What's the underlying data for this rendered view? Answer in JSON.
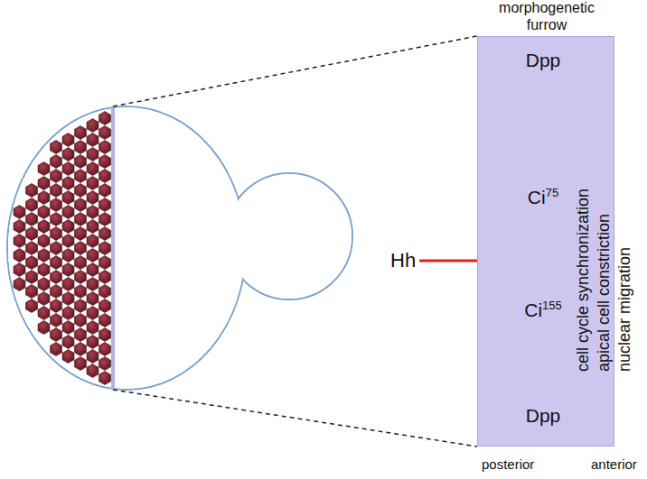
{
  "diagram": {
    "nodes": [
      {
        "text": [
          "morphogenetic furrow"
        ]
      },
      {
        "text": [
          "Dpp"
        ],
        "in": 0
      },
      {
        "text": [
          "Ci75"
        ],
        "in": 0
      },
      {
        "text": [
          "Ci155"
        ],
        "in": 0
      },
      {
        "text": [
          "Dpp"
        ],
        "in": 0
      }
    ],
    "edges": [
      {
        "from": 3,
        "to": 2,
        "arrow": "to"
      },
      {
        "from": 2,
        "to": 1,
        "arrow": "to"
      },
      {
        "from": 3,
        "to": 4,
        "arrow": "to"
      }
    ],
    "labels": [
      "Hh",
      "cell cycle synchronization",
      "apical cell constriction",
      "nuclear migration",
      "posterior",
      "anterior"
    ]
  }
}
